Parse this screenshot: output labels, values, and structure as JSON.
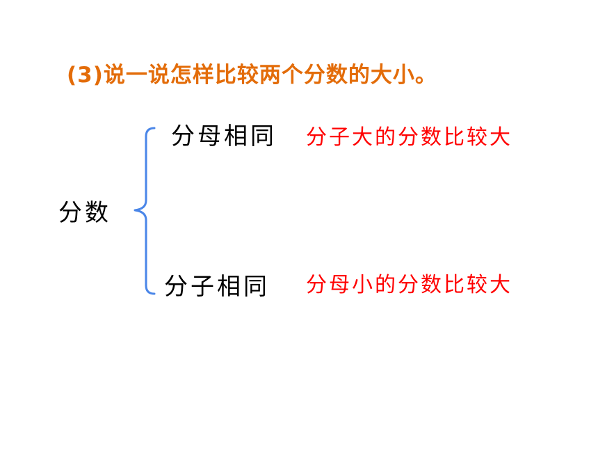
{
  "heading": "(3)说一说怎样比较两个分数的大小。",
  "root": "分数",
  "branches": [
    {
      "label": "分母相同",
      "rule": "分子大的分数比较大"
    },
    {
      "label": "分子相同",
      "rule": "分母小的分数比较大"
    }
  ],
  "colors": {
    "heading": "#e36c09",
    "rule": "#ff0000",
    "brace": "#4a86e8",
    "text": "#000000"
  }
}
